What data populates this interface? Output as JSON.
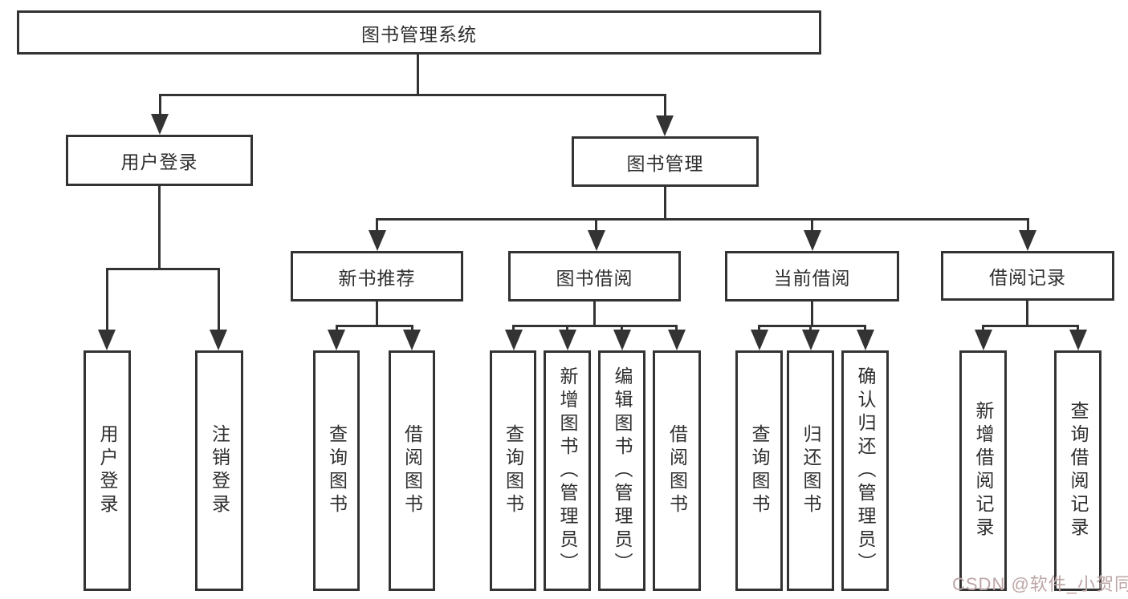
{
  "diagram": {
    "root": {
      "label": "图书管理系统"
    },
    "level2": [
      {
        "label": "用户登录"
      },
      {
        "label": "图书管理"
      }
    ],
    "level3": [
      {
        "label": "新书推荐",
        "parent": "图书管理"
      },
      {
        "label": "图书借阅",
        "parent": "图书管理"
      },
      {
        "label": "当前借阅",
        "parent": "图书管理"
      },
      {
        "label": "借阅记录",
        "parent": "图书管理"
      }
    ],
    "leaves": [
      {
        "label": "用户登录",
        "parent": "用户登录"
      },
      {
        "label": "注销登录",
        "parent": "用户登录"
      },
      {
        "label": "查询图书",
        "parent": "新书推荐"
      },
      {
        "label": "借阅图书",
        "parent": "新书推荐"
      },
      {
        "label": "查询图书",
        "parent": "图书借阅"
      },
      {
        "label": "新增图书（管理员）",
        "parent": "图书借阅"
      },
      {
        "label": "编辑图书（管理员）",
        "parent": "图书借阅"
      },
      {
        "label": "借阅图书",
        "parent": "图书借阅"
      },
      {
        "label": "查询图书",
        "parent": "当前借阅"
      },
      {
        "label": "归还图书",
        "parent": "当前借阅"
      },
      {
        "label": "确认归还（管理员）",
        "parent": "当前借阅"
      },
      {
        "label": "新增借阅记录",
        "parent": "借阅记录"
      },
      {
        "label": "查询借阅记录",
        "parent": "借阅记录"
      }
    ],
    "watermark": "CSDN @软件_小贺同学",
    "colors": {
      "line": "#333333",
      "text": "#2e2e2e",
      "background": "#ffffff",
      "watermark": "#bda5a5"
    }
  }
}
